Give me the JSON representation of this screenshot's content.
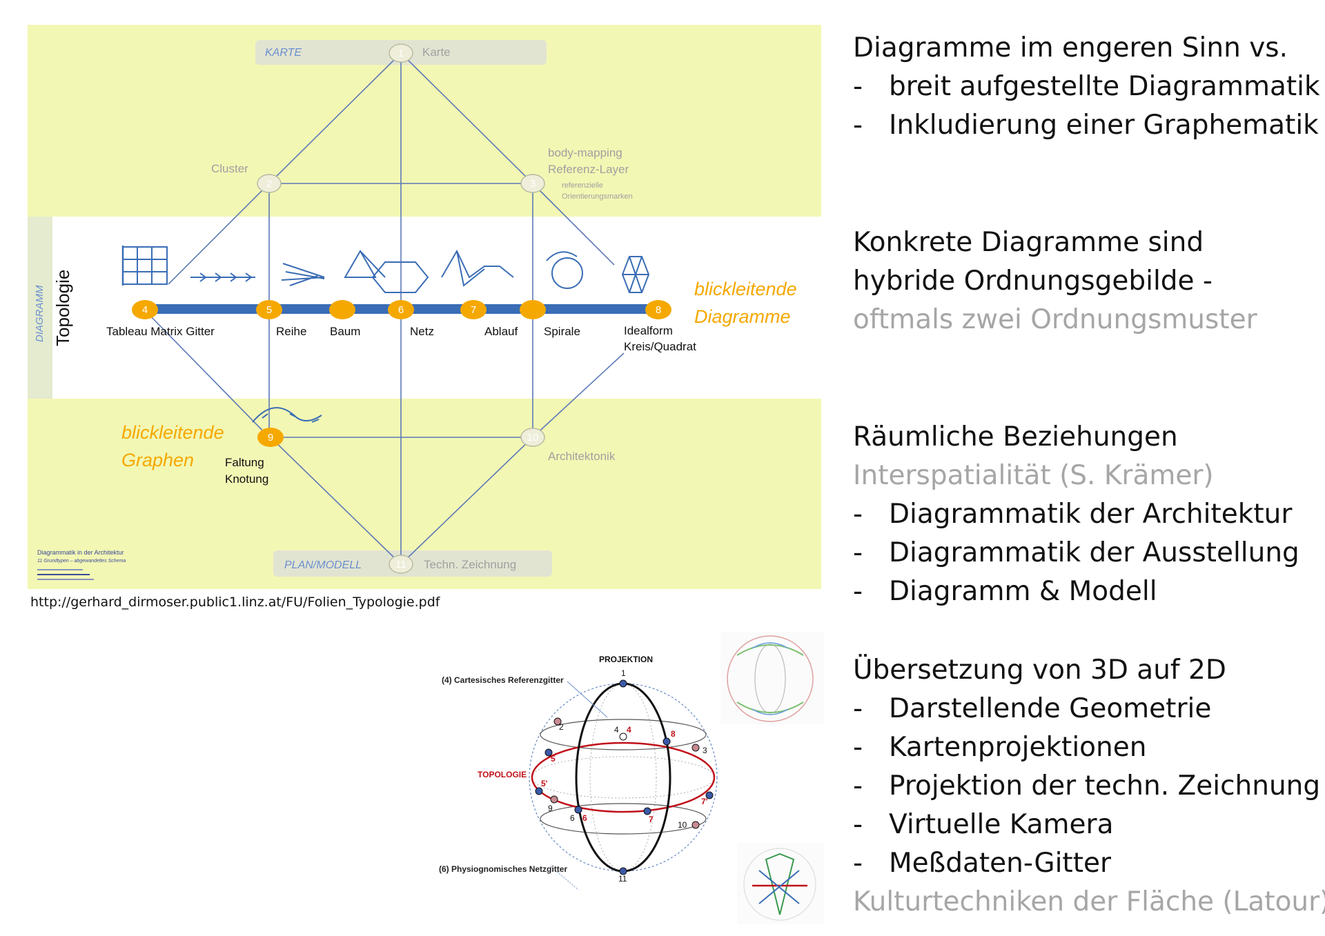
{
  "topology_diagram": {
    "bands": {
      "top_label": "KARTE",
      "side_label": "DIAGRAMM",
      "bottom_label": "PLAN/MODELL",
      "topologie": "Topologie"
    },
    "nodes": [
      {
        "id": "1",
        "label": "Karte"
      },
      {
        "id": "2",
        "label": "Cluster"
      },
      {
        "id": "3",
        "label": "body-mapping"
      },
      {
        "id": "4",
        "label": "Tableau Matrix Gitter"
      },
      {
        "id": "5",
        "label": "Reihe"
      },
      {
        "id": "",
        "label": "Baum"
      },
      {
        "id": "6",
        "label": "Netz"
      },
      {
        "id": "7",
        "label": "Ablauf"
      },
      {
        "id": "",
        "label": "Spirale"
      },
      {
        "id": "8",
        "label": "Idealform"
      },
      {
        "id": "9",
        "label": "Faltung"
      },
      {
        "id": "10",
        "label": "Architektonik"
      },
      {
        "id": "11",
        "label": "Techn. Zeichnung"
      }
    ],
    "extra_labels": {
      "node3_line2": "Referenz-Layer",
      "node3_small1": "referenzielle",
      "node3_small2": "Orientierungsmarken",
      "node8_line2": "Kreis/Quadrat",
      "node9_line2": "Knotung",
      "blick_diagramme_1": "blickleitende",
      "blick_diagramme_2": "Diagramme",
      "blick_graphen_1": "blickleitende",
      "blick_graphen_2": "Graphen"
    },
    "footnote": {
      "title": "Diagrammatik in der Architektur",
      "subtitle": "11 Grundtypen – abgewandeltes Schema"
    },
    "colors": {
      "band": "#f3f7b4",
      "bar": "#3a6db5",
      "node_fill": "#f5a800",
      "grey_node": "#eeeeda",
      "orange_text": "#f5a800",
      "blue_label": "#6a8fd0"
    }
  },
  "source_url": "http://gerhard_dirmoser.public1.linz.at/FU/Folien_Typologie.pdf",
  "projection_diagram": {
    "title": "PROJEKTION",
    "label_cartesian": "(4) Cartesisches Referenzgitter",
    "label_topologie": "TOPOLOGIE",
    "label_physio": "(6) Physiognomisches Netzgitter",
    "points": [
      "1",
      "2",
      "3",
      "4",
      "4",
      "8",
      "5",
      "5'",
      "9",
      "6",
      "6",
      "7",
      "7'",
      "10",
      "11"
    ]
  },
  "right_text": {
    "block1": {
      "heading": "Diagramme im engeren Sinn vs.",
      "items": [
        "breit aufgestellte Diagrammatik",
        "Inkludierung einer Graphematik"
      ]
    },
    "block2": {
      "line1": "Konkrete Diagramme sind",
      "line2": "hybride Ordnungsgebilde -",
      "line3": "oftmals zwei Ordnungsmuster"
    },
    "block3": {
      "heading": "Räumliche Beziehungen",
      "sub": "Interspatialität (S. Krämer)",
      "items": [
        "Diagrammatik der Architektur",
        "Diagrammatik der Ausstellung",
        "Diagramm & Modell"
      ]
    },
    "block4": {
      "heading": "Übersetzung von 3D auf 2D",
      "items": [
        "Darstellende Geometrie",
        "Kartenprojektionen",
        "Projektion der techn. Zeichnung",
        "Virtuelle Kamera",
        "Meßdaten-Gitter"
      ],
      "footer": "Kulturtechniken der Fläche (Latour)"
    },
    "dash": "-"
  }
}
